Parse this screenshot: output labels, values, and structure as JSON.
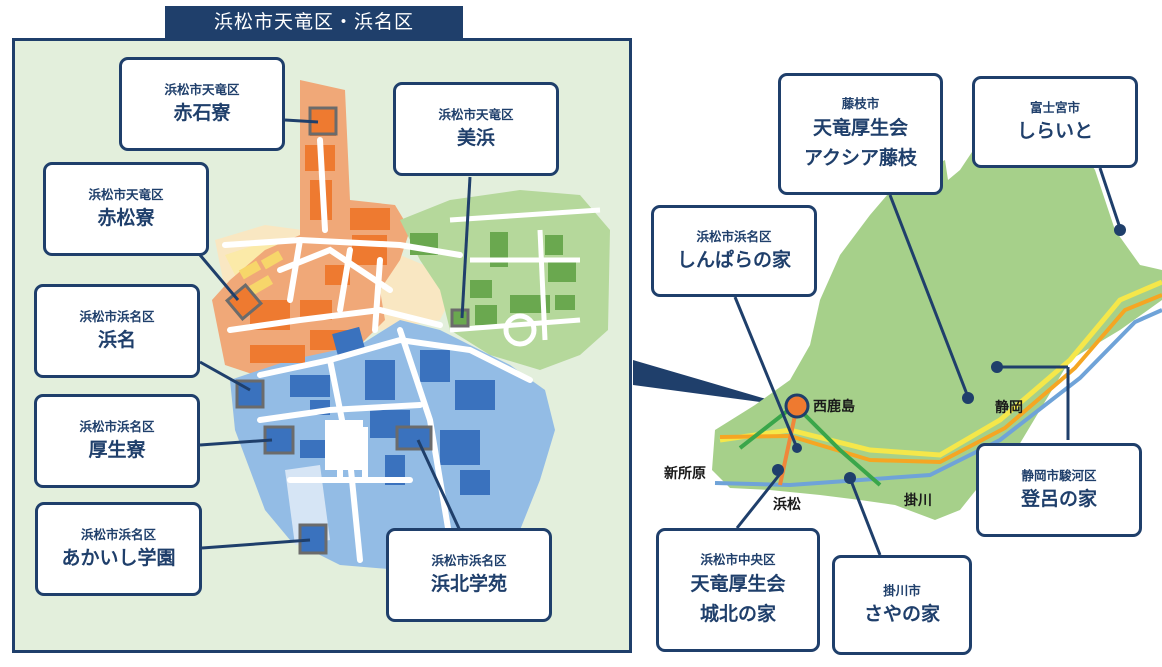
{
  "header": {
    "title": "浜松市天竜区・浜名区"
  },
  "cards": {
    "akaishi_ryo": {
      "area": "浜松市天竜区",
      "name": "赤石寮"
    },
    "akamatsu_ryo": {
      "area": "浜松市天竜区",
      "name": "赤松寮"
    },
    "hamana": {
      "area": "浜松市浜名区",
      "name": "浜名"
    },
    "kosei_ryo": {
      "area": "浜松市浜名区",
      "name": "厚生寮"
    },
    "akaishi_gakuen": {
      "area": "浜松市浜名区",
      "name": "あかいし学園"
    },
    "mihama": {
      "area": "浜松市天竜区",
      "name": "美浜"
    },
    "hamakita_gakuen": {
      "area": "浜松市浜名区",
      "name": "浜北学苑"
    },
    "shinpara": {
      "area": "浜松市浜名区",
      "name": "しんぱらの家"
    },
    "fujieda": {
      "area": "藤枝市",
      "name_line1": "天竜厚生会",
      "name_line2": "アクシア藤枝"
    },
    "shiraito": {
      "area": "富士宮市",
      "name": "しらいと"
    },
    "toro": {
      "area": "静岡市駿河区",
      "name": "登呂の家"
    },
    "johoku": {
      "area": "浜松市中央区",
      "name_line1": "天竜厚生会",
      "name_line2": "城北の家"
    },
    "saya": {
      "area": "掛川市",
      "name": "さやの家"
    }
  },
  "places": {
    "nishikajima": "西鹿島",
    "shinjohara": "新所原",
    "hamamatsu": "浜松",
    "kakegawa": "掛川",
    "shizuoka": "静岡"
  },
  "colors": {
    "navy": "#1f3f6b",
    "orange_zone": "#f0a878",
    "orange_building": "#ee7a30",
    "blue_zone": "#8fb6e0",
    "blue_building": "#3a72be",
    "green_zone": "#a9d18e",
    "green_building": "#6aa84f",
    "land": "#a6d08a",
    "rail_yellow": "#f5e74a",
    "rail_orange": "#f5a623",
    "rail_blue": "#6fa3d8",
    "rail_green": "#3aa64a"
  }
}
